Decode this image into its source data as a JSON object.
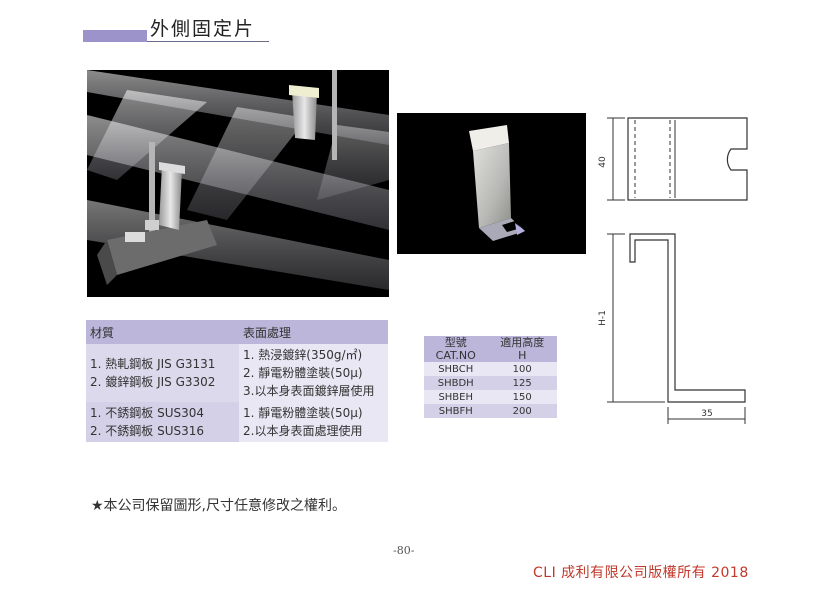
{
  "header": {
    "title": "外側固定片"
  },
  "materials": {
    "header": [
      "材質",
      "表面處理"
    ],
    "groups": [
      {
        "materials": [
          "1. 熱軋鋼板 JIS G3131",
          "2. 鍍鋅鋼板 JIS G3302"
        ],
        "treatments": [
          "1. 熱浸鍍鋅(350g/㎡)",
          "2. 靜電粉體塗裝(50μ)",
          "3.以本身表面鍍鋅層使用"
        ]
      },
      {
        "materials": [
          "1. 不銹鋼板 SUS304",
          "2. 不銹鋼板 SUS316"
        ],
        "treatments": [
          "1. 靜電粉體塗裝(50μ)",
          "2.以本身表面處理使用"
        ]
      }
    ]
  },
  "catalog": {
    "col1": [
      "型號",
      "CAT.NO"
    ],
    "col2": [
      "適用高度",
      "H"
    ],
    "rows": [
      {
        "cat": "SHBCH",
        "h": "100"
      },
      {
        "cat": "SHBDH",
        "h": "125"
      },
      {
        "cat": "SHBEH",
        "h": "150"
      },
      {
        "cat": "SHBFH",
        "h": "200"
      }
    ]
  },
  "drawing": {
    "dim_height": "40",
    "dim_h": "H-1",
    "dim_width": "35"
  },
  "footer": {
    "note": "★本公司保留圖形,尺寸任意修改之權利。",
    "page": "-80-",
    "copyright": "CLI 成利有限公司版權所有 2018"
  },
  "colors": {
    "accent": "#9b93c9",
    "header_row": "#bcb6da",
    "copyright": "#c0392b"
  }
}
